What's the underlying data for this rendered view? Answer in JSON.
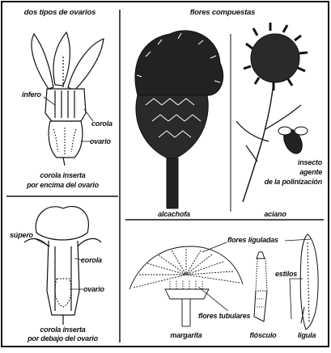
{
  "sections": {
    "ovaries_title": "dos tipos de ovarios",
    "composite_title": "flores compuestas"
  },
  "ovary_top": {
    "type_label": "ínfero",
    "corolla_label": "corola",
    "ovary_label": "ovario",
    "caption_line1": "corola inserta",
    "caption_line2": "por encima del ovario"
  },
  "ovary_bottom": {
    "type_label": "súpero",
    "corolla_label": "corola",
    "ovary_label": "ovario",
    "caption_line1": "corola inserta",
    "caption_line2": "por debajo del ovario"
  },
  "examples": {
    "artichoke": "alcachofa",
    "cornflower": "aciano",
    "insect_line1": "insecto",
    "insect_line2": "agente",
    "insect_line3": "de la polinización",
    "daisy": "margarita",
    "floret": "flósculo",
    "ligule": "lígula",
    "ligulate_flowers": "flores liguladas",
    "tubular_flowers": "flores tubulares",
    "styles": "estilos"
  },
  "colors": {
    "ink": "#111111",
    "paper": "#ffffff"
  }
}
